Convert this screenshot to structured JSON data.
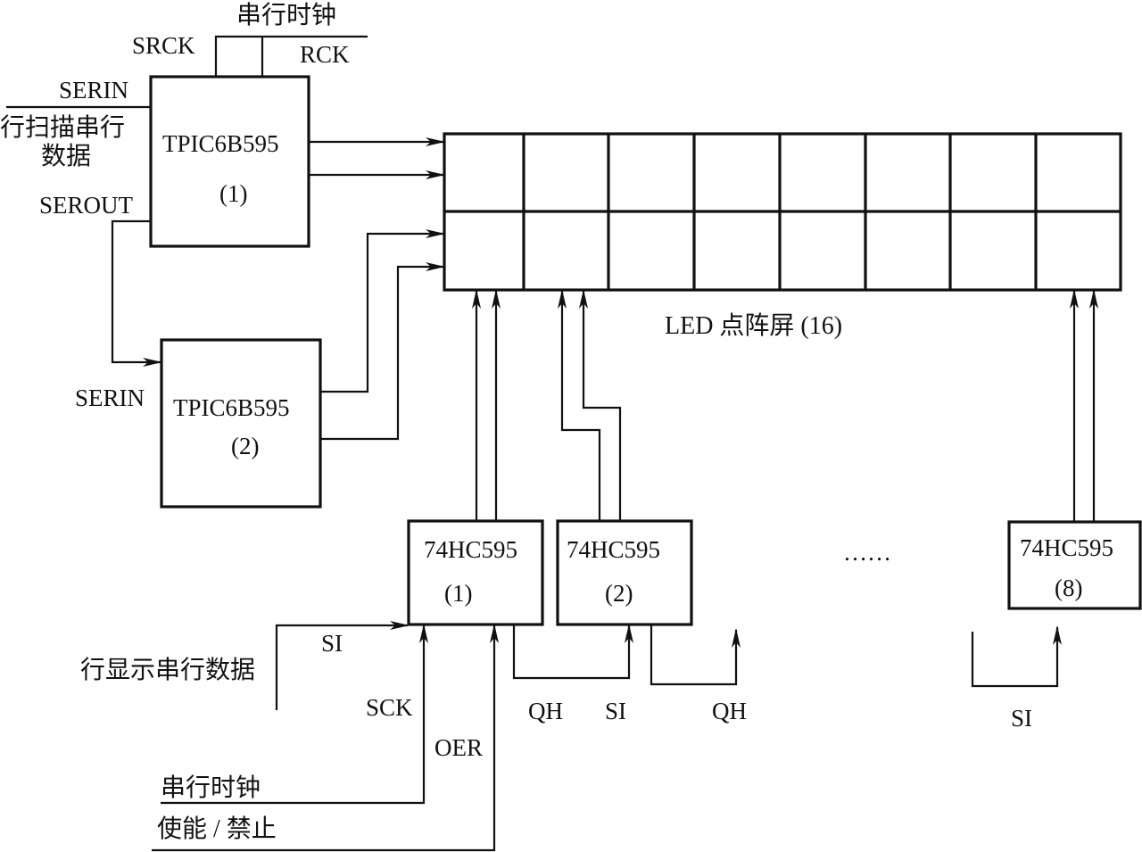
{
  "diagram": {
    "title": "LED dot-matrix drive circuit",
    "led_screen": {
      "label": "LED 点阵屏 (16)",
      "columns": 8,
      "rows": 2
    },
    "row_drivers": [
      {
        "chip": "TPIC6B595",
        "index": "(1)"
      },
      {
        "chip": "TPIC6B595",
        "index": "(2)"
      }
    ],
    "column_drivers": [
      {
        "chip": "74HC595",
        "index": "(1)"
      },
      {
        "chip": "74HC595",
        "index": "(2)"
      },
      {
        "chip": "74HC595",
        "index": "(8)"
      }
    ],
    "ellipsis": "……",
    "signals": {
      "serial_clock_top": "串行时钟",
      "srck": "SRCK",
      "rck": "RCK",
      "serin_1": "SERIN",
      "row_scan_data_line1": "行扫描串行",
      "row_scan_data_line2": "数据",
      "serout": "SEROUT",
      "serin_2": "SERIN",
      "si_in": "SI",
      "row_display_data": "行显示串行数据",
      "sck": "SCK",
      "oer": "OER",
      "serial_clock_bottom": "串行时钟",
      "enable_disable": "使能 / 禁止",
      "qh_1": "QH",
      "si_2": "SI",
      "qh_2": "QH",
      "si_8": "SI"
    }
  }
}
